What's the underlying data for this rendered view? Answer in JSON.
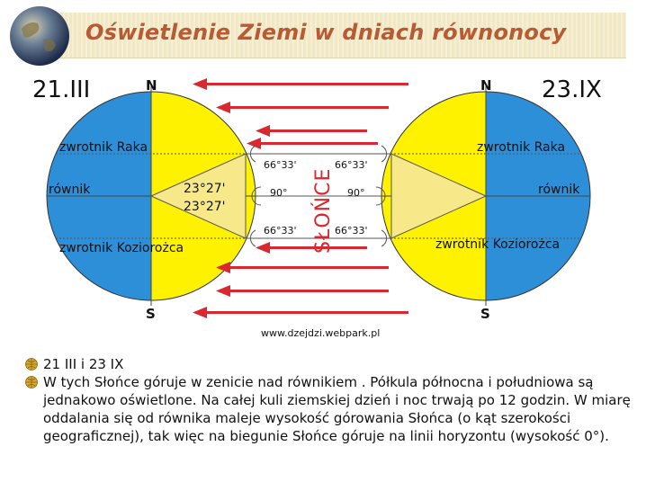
{
  "title": "Oświetlenie Ziemi w dniach równonocy",
  "colors": {
    "title": "#b85a33",
    "night": "#2e8fd9",
    "day": "#fff200",
    "arrow": "#d9282f",
    "sun_label": "#d9282f"
  },
  "diagram": {
    "left_date": "21.III",
    "right_date": "23.IX",
    "north": "N",
    "south": "S",
    "sun_label": "SŁOŃCE",
    "left_globe": {
      "tropic_cancer": "zwrotnik Raka",
      "equator": "równik",
      "tropic_capricorn": "zwrotnik Koziorożca",
      "angle_upper": "23°27'",
      "angle_lower": "23°27'"
    },
    "right_globe": {
      "tropic_cancer": "zwrotnik Raka",
      "equator": "równik",
      "tropic_capricorn": "zwrotnik Koziorożca"
    },
    "angles_left": [
      "66°33'",
      "90°",
      "66°33'"
    ],
    "angles_right": [
      "66°33'",
      "90°",
      "66°33'"
    ],
    "source": "www.dzejdzi.webpark.pl"
  },
  "bullets": [
    "21 III i 23 IX",
    "W tych Słońce góruje w zenicie nad równikiem . Półkula północna i południowa są jednakowo oświetlone. Na całej kuli ziemskiej dzień i noc trwają po 12 godzin. W miarę oddalania się od równika maleje wysokość górowania Słońca (o kąt szerokości geograficznej), tak więc na biegunie Słońce góruje na linii horyzontu (wysokość 0°)."
  ]
}
